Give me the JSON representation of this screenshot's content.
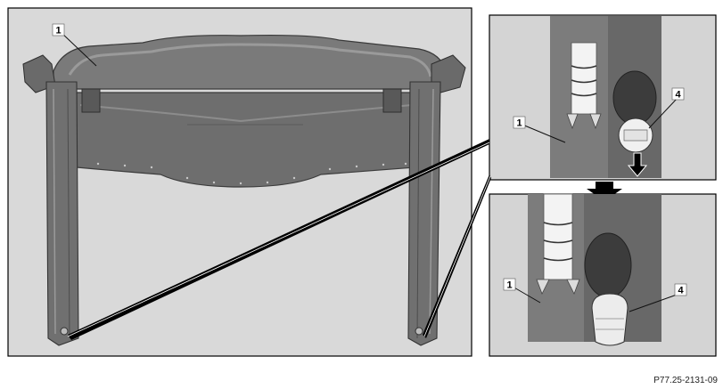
{
  "figure": {
    "reference_code": "P77.25-2131-09",
    "main_panel": {
      "callouts": [
        "1"
      ]
    },
    "detail_top": {
      "callouts": [
        "1",
        "4"
      ]
    },
    "detail_bottom": {
      "callouts": [
        "1",
        "4"
      ]
    },
    "colors": {
      "panel_bg": "#d9d9d9",
      "frame_gray": "#6f6f6f",
      "frame_dark": "#4a4a4a",
      "leader": "#111111",
      "arrow": "#000000"
    }
  }
}
